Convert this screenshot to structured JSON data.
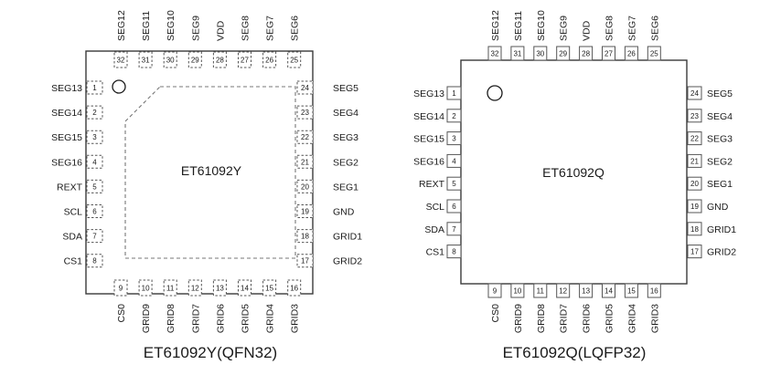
{
  "packages": [
    {
      "chip_label": "ET61092Y",
      "caption": "ET61092Y(QFN32)",
      "pins_left": [
        {
          "num": "1",
          "name": "SEG13"
        },
        {
          "num": "2",
          "name": "SEG14"
        },
        {
          "num": "3",
          "name": "SEG15"
        },
        {
          "num": "4",
          "name": "SEG16"
        },
        {
          "num": "5",
          "name": "REXT"
        },
        {
          "num": "6",
          "name": "SCL"
        },
        {
          "num": "7",
          "name": "SDA"
        },
        {
          "num": "8",
          "name": "CS1"
        }
      ],
      "pins_bottom": [
        {
          "num": "9",
          "name": "CS0"
        },
        {
          "num": "10",
          "name": "GRID9"
        },
        {
          "num": "11",
          "name": "GRID8"
        },
        {
          "num": "12",
          "name": "GRID7"
        },
        {
          "num": "13",
          "name": "GRID6"
        },
        {
          "num": "14",
          "name": "GRID5"
        },
        {
          "num": "15",
          "name": "GRID4"
        },
        {
          "num": "16",
          "name": "GRID3"
        }
      ],
      "pins_right": [
        {
          "num": "24",
          "name": "SEG5"
        },
        {
          "num": "23",
          "name": "SEG4"
        },
        {
          "num": "22",
          "name": "SEG3"
        },
        {
          "num": "21",
          "name": "SEG2"
        },
        {
          "num": "20",
          "name": "SEG1"
        },
        {
          "num": "19",
          "name": "GND"
        },
        {
          "num": "18",
          "name": "GRID1"
        },
        {
          "num": "17",
          "name": "GRID2"
        }
      ],
      "pins_top": [
        {
          "num": "32",
          "name": "SEG12"
        },
        {
          "num": "31",
          "name": "SEG11"
        },
        {
          "num": "30",
          "name": "SEG10"
        },
        {
          "num": "29",
          "name": "SEG9"
        },
        {
          "num": "28",
          "name": "VDD"
        },
        {
          "num": "27",
          "name": "SEG8"
        },
        {
          "num": "26",
          "name": "SEG7"
        },
        {
          "num": "25",
          "name": "SEG6"
        }
      ]
    },
    {
      "chip_label": "ET61092Q",
      "caption": "ET61092Q(LQFP32)",
      "pins_left": [
        {
          "num": "1",
          "name": "SEG13"
        },
        {
          "num": "2",
          "name": "SEG14"
        },
        {
          "num": "3",
          "name": "SEG15"
        },
        {
          "num": "4",
          "name": "SEG16"
        },
        {
          "num": "5",
          "name": "REXT"
        },
        {
          "num": "6",
          "name": "SCL"
        },
        {
          "num": "7",
          "name": "SDA"
        },
        {
          "num": "8",
          "name": "CS1"
        }
      ],
      "pins_bottom": [
        {
          "num": "9",
          "name": "CS0"
        },
        {
          "num": "10",
          "name": "GRID9"
        },
        {
          "num": "11",
          "name": "GRID8"
        },
        {
          "num": "12",
          "name": "GRID7"
        },
        {
          "num": "13",
          "name": "GRID6"
        },
        {
          "num": "14",
          "name": "GRID5"
        },
        {
          "num": "15",
          "name": "GRID4"
        },
        {
          "num": "16",
          "name": "GRID3"
        }
      ],
      "pins_right": [
        {
          "num": "24",
          "name": "SEG5"
        },
        {
          "num": "23",
          "name": "SEG4"
        },
        {
          "num": "22",
          "name": "SEG3"
        },
        {
          "num": "21",
          "name": "SEG2"
        },
        {
          "num": "20",
          "name": "SEG1"
        },
        {
          "num": "19",
          "name": "GND"
        },
        {
          "num": "18",
          "name": "GRID1"
        },
        {
          "num": "17",
          "name": "GRID2"
        }
      ],
      "pins_top": [
        {
          "num": "32",
          "name": "SEG12"
        },
        {
          "num": "31",
          "name": "SEG11"
        },
        {
          "num": "30",
          "name": "SEG10"
        },
        {
          "num": "29",
          "name": "SEG9"
        },
        {
          "num": "28",
          "name": "VDD"
        },
        {
          "num": "27",
          "name": "SEG8"
        },
        {
          "num": "26",
          "name": "SEG7"
        },
        {
          "num": "25",
          "name": "SEG6"
        }
      ]
    }
  ],
  "colors": {
    "line": "#3a3a3a",
    "text": "#1a1a1a",
    "background": "#ffffff"
  }
}
